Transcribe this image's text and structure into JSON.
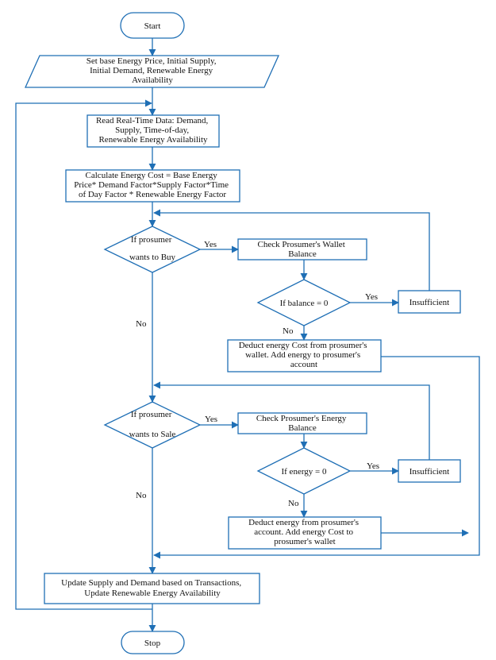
{
  "nodes": {
    "start": "Start",
    "init": [
      "Set base Energy Price, Initial Supply,",
      "Initial Demand, Renewable Energy",
      "Availability"
    ],
    "read": [
      "Read Real-Time Data: Demand,",
      "Supply, Time-of-day,",
      "Renewable Energy Availability"
    ],
    "calc": [
      "Calculate Energy Cost = Base Energy",
      "Price* Demand Factor*Supply Factor*Time",
      "of Day Factor * Renewable Energy Factor"
    ],
    "buy_decision": [
      "If prosumer",
      "wants to Buy"
    ],
    "check_wallet": [
      "Check Prosumer's Wallet",
      "Balance"
    ],
    "balance_decision": "If balance = 0",
    "insufficient_1": "Insufficient",
    "deduct_cost": [
      "Deduct energy Cost from prosumer's",
      "wallet. Add energy to prosumer's",
      "account"
    ],
    "sale_decision": [
      "If prosumer",
      "wants to Sale"
    ],
    "check_energy": [
      "Check Prosumer's Energy",
      "Balance"
    ],
    "energy_decision": "If energy = 0",
    "insufficient_2": "Insufficient",
    "deduct_energy": [
      "Deduct energy from prosumer's",
      "account. Add energy Cost to",
      "prosumer's wallet"
    ],
    "update": [
      "Update Supply and Demand based on Transactions,",
      "Update Renewable Energy Availability"
    ],
    "stop": "Stop"
  },
  "edge_labels": {
    "buy_yes": "Yes",
    "buy_no": "No",
    "balance_yes": "Yes",
    "balance_no": "No",
    "sale_yes": "Yes",
    "sale_no": "No",
    "energy_yes": "Yes",
    "energy_no": "No"
  },
  "colors": {
    "line": "#1f6fb5",
    "text": "#111111",
    "fill": "#ffffff"
  }
}
